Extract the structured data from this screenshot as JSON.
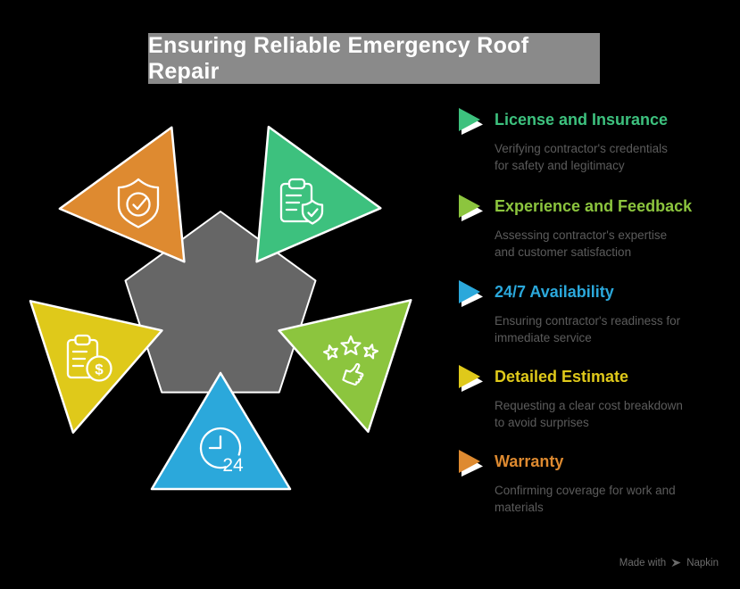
{
  "title": {
    "text": "Ensuring Reliable Emergency Roof Repair"
  },
  "colors": {
    "background": "#000000",
    "title_box_bg": "#8A8A8A",
    "title_text": "#FFFFFF",
    "pentagon": "#666666",
    "icon_stroke": "#FFFFFF",
    "description_text": "#5C5C5C",
    "footer_text": "#6C6C6C"
  },
  "items": [
    {
      "label": "License and Insurance",
      "description": "Verifying contractor's credentials\nfor safety and legitimacy",
      "color": "#3DC17E",
      "icon": "clipboard-shield-check-icon",
      "triangle_position": "top-right"
    },
    {
      "label": "Experience and Feedback",
      "description": "Assessing contractor's expertise\nand customer satisfaction",
      "color": "#8CC53E",
      "icon": "stars-thumbs-up-icon",
      "triangle_position": "right"
    },
    {
      "label": "24/7 Availability",
      "description": "Ensuring contractor's readiness for\nimmediate service",
      "color": "#2BA8DB",
      "icon": "clock-24-icon",
      "icon_text": "24",
      "triangle_position": "bottom"
    },
    {
      "label": "Detailed Estimate",
      "description": "Requesting a clear cost breakdown\nto avoid surprises",
      "color": "#DFC91A",
      "icon": "clipboard-dollar-icon",
      "icon_text": "$",
      "triangle_position": "left"
    },
    {
      "label": "Warranty",
      "description": "Confirming coverage for work and\nmaterials",
      "color": "#DE8A30",
      "icon": "shield-check-icon",
      "triangle_position": "top-left"
    }
  ],
  "footer": {
    "made_with": "Made with",
    "brand": "Napkin"
  }
}
